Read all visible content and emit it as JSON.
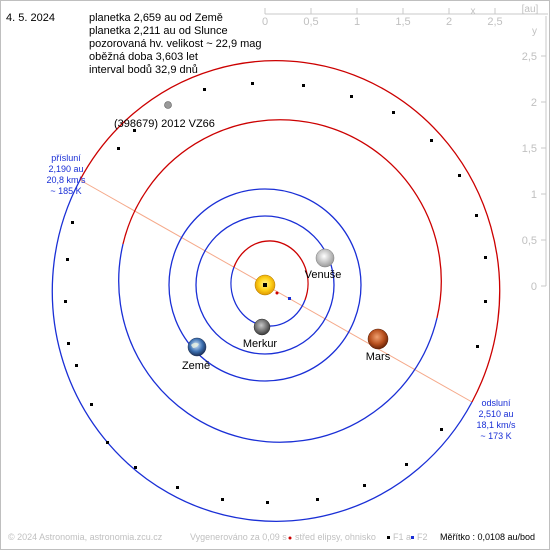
{
  "header": {
    "date": "4. 5. 2024",
    "lines": [
      "planetka 2,659 au od Země",
      "planetka 2,211 au od Slunce",
      "pozorovaná hv. velikost ~ 22,9 mag",
      "oběžná doba 3,603 let",
      "interval bodů 32,9 dnů"
    ]
  },
  "axes": {
    "x_ticks": [
      "0",
      "0,5",
      "1",
      "1,5",
      "2",
      "2,5"
    ],
    "x_label": "x",
    "unit": "[au]",
    "y_ticks": [
      "0",
      "0,5",
      "1",
      "1,5",
      "2",
      "2,5"
    ],
    "y_label": "y"
  },
  "labels": {
    "asteroid": "(398679) 2012 VZ66",
    "perihelion": [
      "přísluní",
      "2,190 au",
      "20,8 km/s",
      "~ 185 K"
    ],
    "aphelion": [
      "odsluní",
      "2,510 au",
      "18,1 km/s",
      "~ 173 K"
    ],
    "planets": [
      "Venuše",
      "Merkur",
      "Země",
      "Mars"
    ]
  },
  "footer": {
    "copyright": "© 2024 Astronomia, astronomia.zcu.cz",
    "generated": "Vygenerováno za 0,09 s",
    "legend_center": "střed elipsy, ohnisko",
    "legend_f1": "F1 a",
    "legend_f2": "F2",
    "scale": "Měřítko : 0,0108 au/bod"
  },
  "colors": {
    "blue": "#1a2fd6",
    "red": "#cc0000",
    "apse": "#f5a98a",
    "grey": "#bdbdbd"
  }
}
